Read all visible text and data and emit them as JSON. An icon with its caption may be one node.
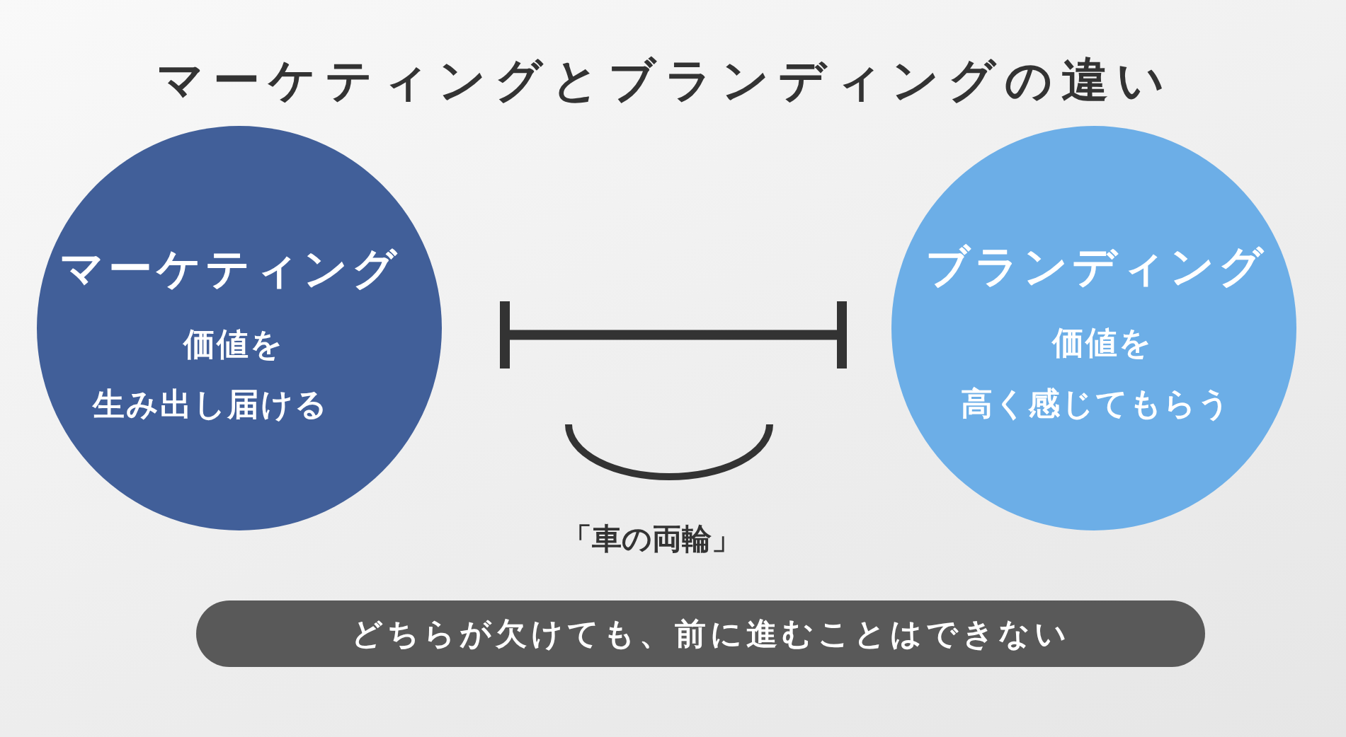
{
  "diagram": {
    "title": "マーケティングとブランディングの違い",
    "nodes": [
      {
        "text": [
          "マーケティング",
          "価値を",
          "生み出し届ける"
        ]
      },
      {
        "text": [
          "ブランディング",
          "価値を",
          "高く感じてもらう"
        ]
      },
      {
        "text": [
          "どちらが欠けても、前に進むことはできない"
        ]
      }
    ],
    "labels": [
      "「車の両輪」"
    ]
  }
}
